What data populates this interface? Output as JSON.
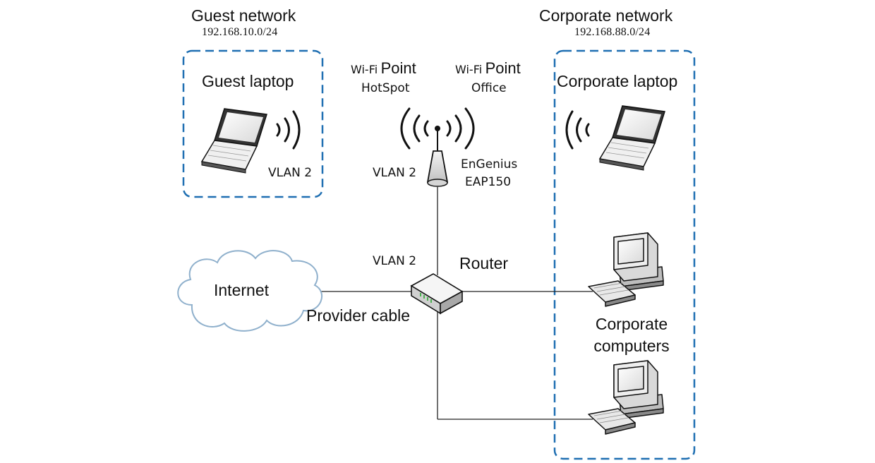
{
  "guest_network": {
    "title": "Guest network",
    "subnet": "192.168.10.0/24",
    "device_label": "Guest laptop",
    "vlan": "VLAN 2"
  },
  "corporate_network": {
    "title": "Corporate network",
    "subnet": "192.168.88.0/24",
    "laptop_label": "Corporate laptop",
    "computers_label_line1": "Corporate",
    "computers_label_line2": "computers"
  },
  "access_point": {
    "ssid_hotspot_prefix": "Wi-Fi",
    "ssid_hotspot_word": "Point",
    "ssid_hotspot_name": "HotSpot",
    "ssid_office_prefix": "Wi-Fi",
    "ssid_office_word": "Point",
    "ssid_office_name": "Office",
    "vlan": "VLAN 2",
    "model_line1": "EnGenius",
    "model_line2": "EAP150"
  },
  "router": {
    "label": "Router",
    "vlan": "VLAN 2"
  },
  "internet": {
    "label": "Internet",
    "cable_label": "Provider cable"
  },
  "colors": {
    "dashed_border": "#1f6fb2",
    "line": "#222222",
    "router_green": "#4caf50"
  }
}
